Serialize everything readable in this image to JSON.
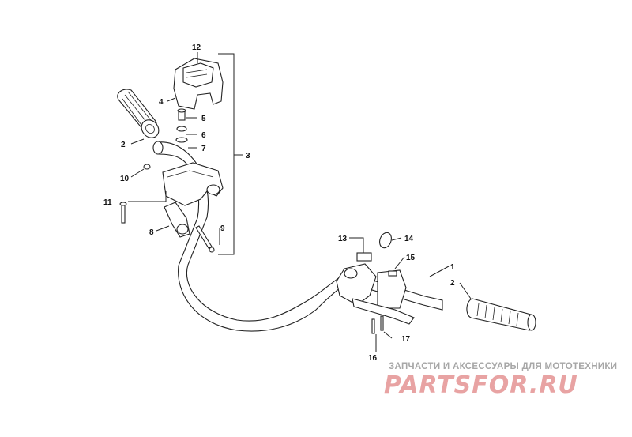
{
  "callouts": {
    "c1": "1",
    "c2a": "2",
    "c2b": "2",
    "c3": "3",
    "c4": "4",
    "c5": "5",
    "c6": "6",
    "c7": "7",
    "c8": "8",
    "c9": "9",
    "c10": "10",
    "c11": "11",
    "c12": "12",
    "c13": "13",
    "c14": "14",
    "c15": "15",
    "c16": "16",
    "c17": "17"
  },
  "watermark": {
    "caption": "ЗАПЧАСТИ И АКСЕССУАРЫ ДЛЯ МОТОТЕХНИКИ",
    "logo": "PARTSFOR.RU"
  },
  "colors": {
    "line": "#222222",
    "watermark_caption": "#a7a7a7",
    "watermark_logo": "#e8a3a3"
  }
}
